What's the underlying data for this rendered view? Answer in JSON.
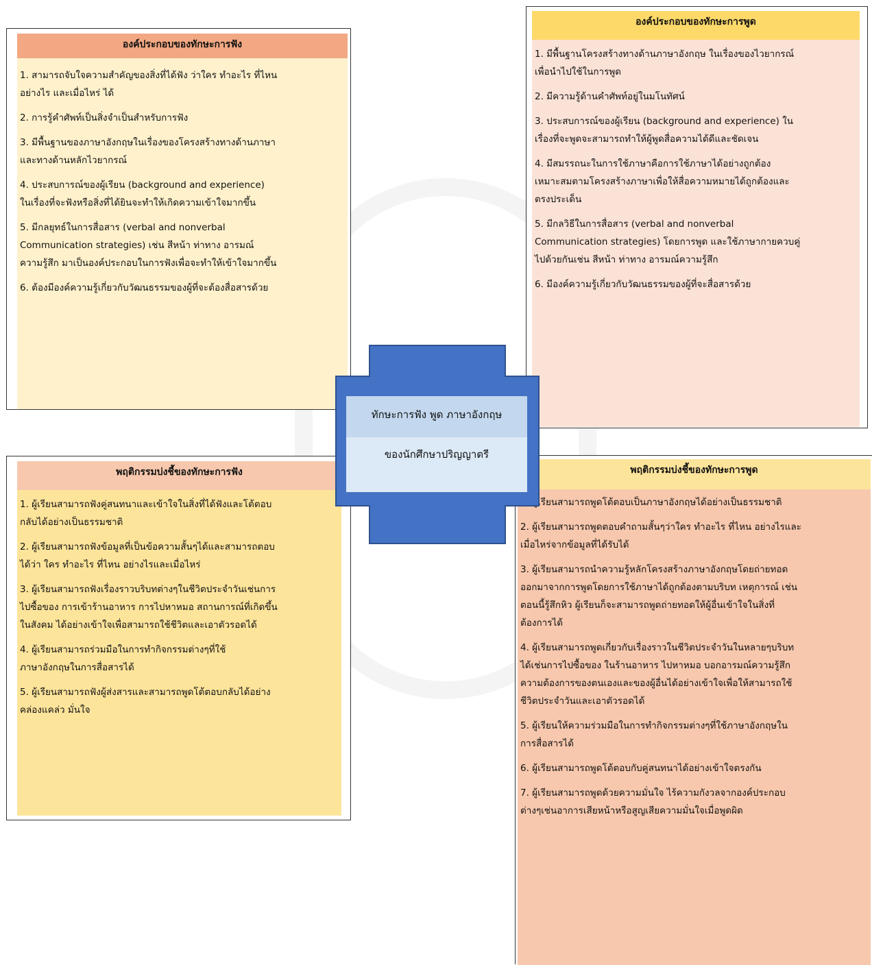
{
  "center": {
    "line1": "ทักษะการฟัง พูด ภาษาอังกฤษ",
    "line2": "ของนักศึกษาปริญญาตรี"
  },
  "listening_components": {
    "title": "องค์ประกอบของทักษะการฟัง",
    "items": [
      [
        "1. สามารถจับใจความสำคัญของสิ่งที่ได้ฟัง ว่าใคร ทำอะไร ที่ไหน",
        "อย่างไร และเมื่อไหร่ ได้"
      ],
      [
        "2. การรู้คำศัพท์เป็นสิ่งจำเป็นสำหรับการฟัง"
      ],
      [
        "3. มีพื้นฐานของภาษาอังกฤษในเรื่องของโครงสร้างทางด้านภาษา",
        "และทางด้านหลักไวยากรณ์"
      ],
      [
        " 4. ประสบการณ์ของผู้เรียน (background and experience)",
        "ในเรื่องที่จะฟังหรือสิ่งที่ได้ยินจะทำให้เกิดความเข้าใจมากขึ้น"
      ],
      [
        " 5. มีกลยุทธ์ในการสื่อสาร (verbal and nonverbal",
        "Communication strategies) เช่น สีหน้า ท่าทาง อารมณ์",
        "ความรู้สึก มาเป็นองค์ประกอบในการฟังเพื่อจะทำให้เข้าใจมากขึ้น"
      ],
      [
        " 6. ต้องมีองค์ความรู้เกี่ยวกับวัฒนธรรมของผู้ที่จะต้องสื่อสารด้วย"
      ]
    ]
  },
  "speaking_components": {
    "title": "องค์ประกอบของทักษะการพูด",
    "items": [
      [
        "1. มีพื้นฐานโครงสร้างทางด้านภาษาอังกฤษ ในเรื่องของไวยากรณ์",
        "เพื่อนำไปใช้ในการพูด"
      ],
      [
        "2. มีความรู้ด้านคำศัพท์อยู่ในมโนทัศน์"
      ],
      [
        "3. ประสบการณ์ของผู้เรียน (background and experience)   ใน",
        "เรื่องที่จะพูดจะสามารถทำให้ผู้พูดสื่อความได้ดีและชัดเจน"
      ],
      [
        "4. มีสมรรถนะในการใช้ภาษาคือการใช้ภาษาได้อย่างถูกต้อง",
        "เหมาะสมตามโครงสร้างภาษาเพื่อให้สื่อความหมายได้ถูกต้องและ",
        "ตรงประเด็น"
      ],
      [
        " 5. มีกลวิธีในการสื่อสาร (verbal and nonverbal",
        "Communication strategies) โดยการพูด และใช้ภาษากายควบคู่",
        "ไปด้วยกันเช่น สีหน้า ท่าทาง อารมณ์ความรู้สึก"
      ],
      [
        " 6. มีองค์ความรู้เกี่ยวกับวัฒนธรรมของผู้ที่จะสื่อสารด้วย"
      ]
    ]
  },
  "listening_indicators": {
    "title": "พฤติกรรมบ่งชี้ของทักษะการฟัง",
    "items": [
      [
        "1. ผู้เรียนสามารถฟังคู่สนทนาและเข้าใจในสิ่งที่ได้ฟังและโต้ตอบ",
        "กลับได้อย่างเป็นธรรมชาติ"
      ],
      [
        "2. ผู้เรียนสามารถฟังข้อมูลที่เป็นข้อความสั้นๆได้และสามารถตอบ",
        "ได้ว่า ใคร ทำอะไร ที่ไหน อย่างไรและเมื่อไหร่"
      ],
      [
        " 3. ผู้เรียนสามารถฟังเรื่องราวบริบทต่างๆในชีวิตประจำวันเช่นการ",
        "ไปซื้อของ การเข้าร้านอาหาร การไปหาหมอ สถานการณ์ที่เกิดขึ้น",
        "ในสังคม ได้อย่างเข้าใจเพื่อสามารถใช้ชีวิตและเอาตัวรอดได้"
      ],
      [
        " 4. ผู้เรียนสามารถร่วมมือในการทำกิจกรรมต่างๆที่ใช้",
        "ภาษาอังกฤษในการสื่อสารได้"
      ],
      [
        " 5. ผู้เรียนสามารถฟังผู้ส่งสารและสามารถพูดโต้ตอบกลับได้อย่าง",
        "คล่องแคล่ว มั่นใจ"
      ]
    ]
  },
  "speaking_indicators": {
    "title": "พฤติกรรมบ่งชี้ของทักษะการพูด",
    "items": [
      [
        "1. ผู้เรียนสามารถพูดโต้ตอบเป็นภาษาอังกฤษได้อย่างเป็นธรรมชาติ"
      ],
      [
        "2. ผู้เรียนสามารถพูดตอบคำถามสั้นๆว่าใคร ทำอะไร ที่ไหน อย่างไรและ",
        "เมื่อไหร่จากข้อมูลที่ได้รับได้"
      ],
      [
        "3. ผู้เรียนสามารถนำความรู้หลักโครงสร้างภาษาอังกฤษโดยถ่ายทอด",
        "ออกมาจากการพูดโดยการใช้ภาษาได้ถูกต้องตามบริบท เหตุการณ์ เช่น",
        "ตอนนี้รู้สึกหิว ผู้เรียนก็จะสามารถพูดถ่ายทอดให้ผู้อื่นเข้าใจในสิ่งที่",
        "ต้องการได้"
      ],
      [
        " 4. ผู้เรียนสามารถพูดเกี่ยวกับเรื่องราวในชีวิตประจำวันในหลายๆบริบท",
        "ได้เช่นการไปซื้อของ ในร้านอาหาร ไปหาหมอ บอกอารมณ์ความรู้สึก",
        "ความต้องการของตนเองและของผู้อื่นได้อย่างเข้าใจเพื่อให้สามารถใช้",
        "ชีวิตประจำวันและเอาตัวรอดได้"
      ],
      [
        " 5. ผู้เรียนให้ความร่วมมือในการทำกิจกรรมต่างๆที่ใช้ภาษาอังกฤษใน",
        "การสื่อสารได้"
      ],
      [
        " 6. ผู้เรียนสามารถพูดโต้ตอบกับคู่สนทนาได้อย่างเข้าใจตรงกัน"
      ],
      [
        " 7. ผู้เรียนสามารถพูดด้วยความมั่นใจ ไร้ความกังวลจากองค์ประกอบ",
        "ต่างๆเช่นอาการเสียหน้าหรือสูญเสียความมั่นใจเมื่อพูดผิด"
      ]
    ]
  },
  "colors": {
    "listening_components_title": "#f2a882",
    "listening_components_body": "#fff1cc",
    "speaking_components_title": "#fdd96a",
    "speaking_components_body": "#fbe2d6",
    "listening_indicators_title": "#f7c8ad",
    "listening_indicators_body": "#fde49b",
    "speaking_indicators_title": "#fde49b",
    "speaking_indicators_body": "#f7c8ad",
    "center_shape": "#4472c4",
    "center_shape_border": "#2f528f"
  }
}
